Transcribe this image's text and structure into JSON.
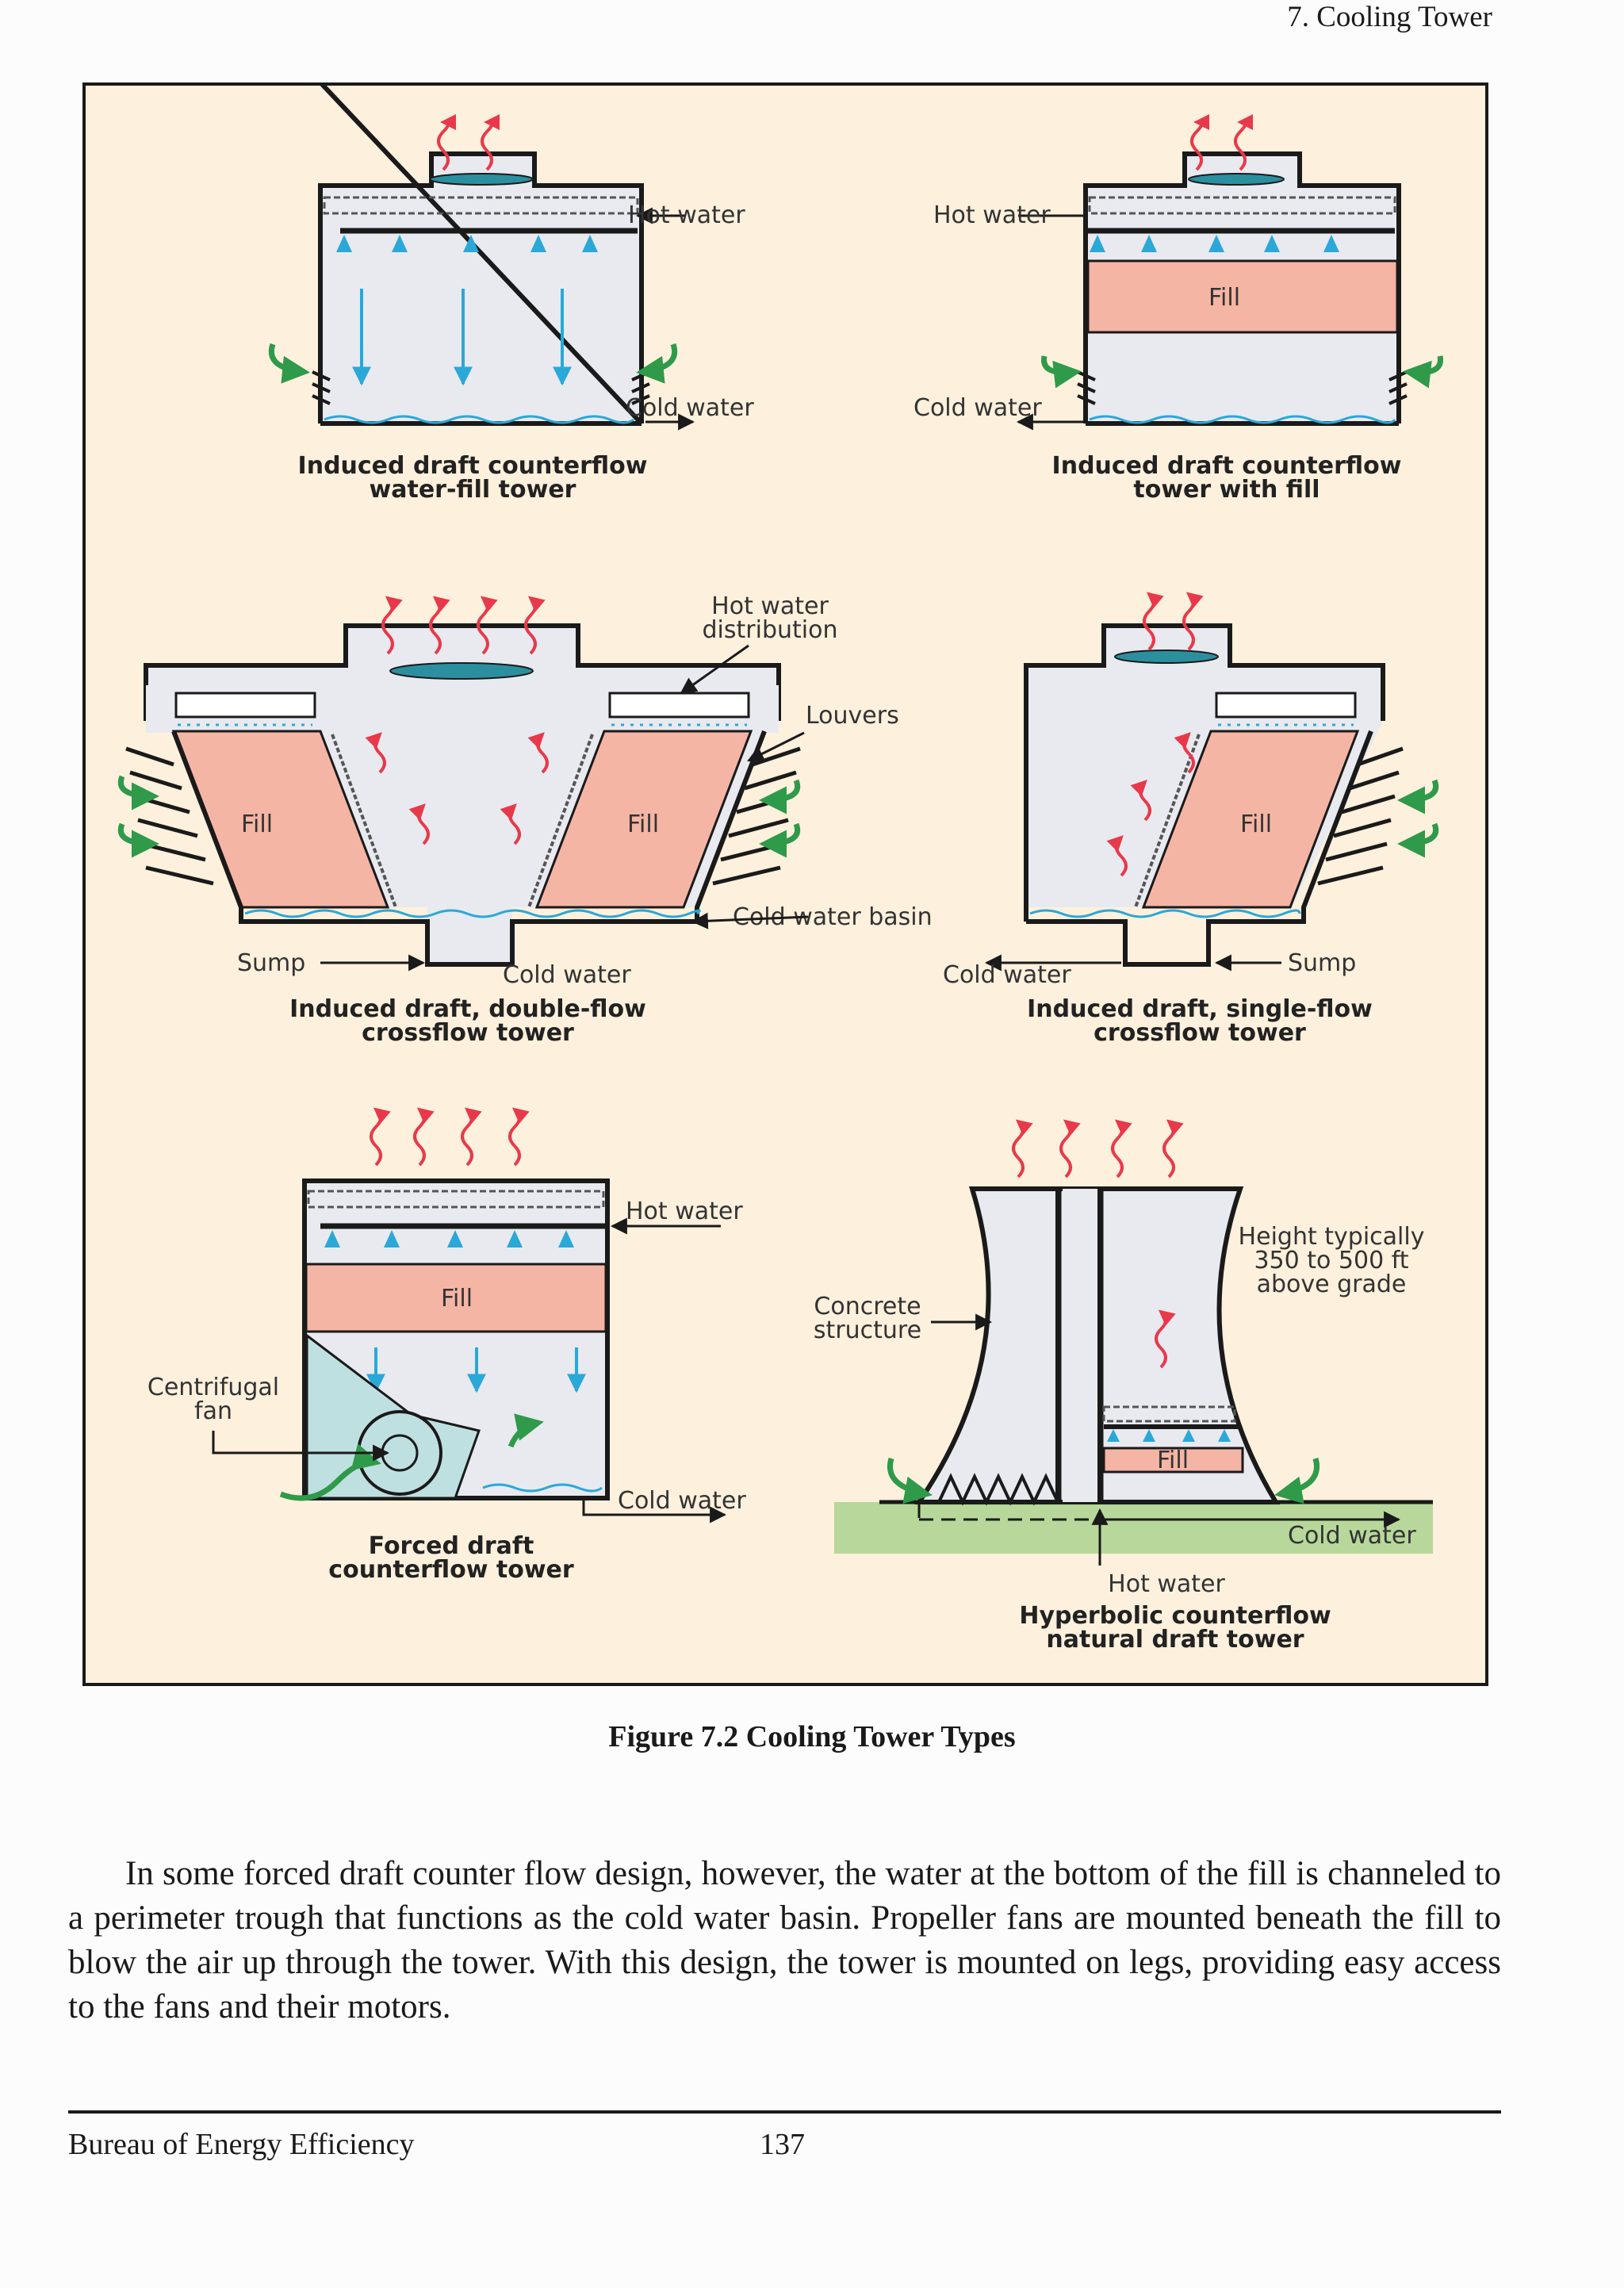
{
  "header": {
    "chapter": "7. Cooling Tower"
  },
  "figure": {
    "towers": [
      {
        "title": [
          "Induced draft counterflow",
          "water-fill tower"
        ],
        "labels": [
          "Hot water",
          "Cold water"
        ]
      },
      {
        "title": [
          "Induced draft counterflow",
          "tower with fill"
        ],
        "labels": [
          "Hot water",
          "Fill",
          "Cold water"
        ]
      },
      {
        "title": [
          "Induced draft, double-flow",
          "crossflow tower"
        ],
        "labels": [
          "Hot water",
          "distribution",
          "Louvers",
          "Fill",
          "Fill",
          "Cold water basin",
          "Sump",
          "Cold water"
        ]
      },
      {
        "title": [
          "Induced draft, single-flow",
          "crossflow tower"
        ],
        "labels": [
          "Fill",
          "Cold water",
          "Sump"
        ]
      },
      {
        "title": [
          "Forced draft",
          "counterflow tower"
        ],
        "labels": [
          "Hot water",
          "Fill",
          "Centrifugal",
          "fan",
          "Cold water"
        ]
      },
      {
        "title": [
          "Hyperbolic counterflow",
          "natural draft tower"
        ],
        "labels": [
          "Height typically",
          "350 to 500 ft",
          "above grade",
          "Concrete",
          "structure",
          "Fill",
          "Cold water",
          "Hot water"
        ]
      }
    ],
    "colors": {
      "background": "#fdf0dc",
      "tower": "#e8eaf0",
      "fill": "#f5b5a5",
      "ground": "#b7d89a",
      "air_out": "#e8394a",
      "air_in": "#2f9a4a",
      "water": "#2aa8d8",
      "outline": "#1a1a1a"
    }
  },
  "caption": "Figure 7.2  Cooling Tower Types",
  "body_text": "In some forced draft counter flow design, however, the water at the bottom of the fill is channeled to a perimeter trough that functions as the cold water basin. Propeller fans are mounted beneath the fill to blow the air up through the tower. With this design, the tower is mounted on legs, providing easy access to the fans and their motors.",
  "footer": {
    "org": "Bureau of Energy Efficiency",
    "page": "137"
  }
}
